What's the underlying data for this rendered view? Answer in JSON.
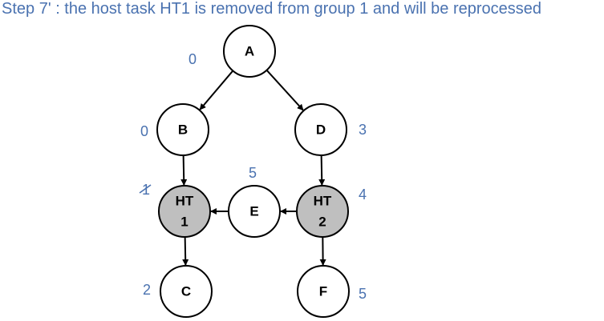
{
  "title": "Step 7' : the host task HT1 is removed from group 1 and will be reprocessed",
  "colors": {
    "title": "#4a72b0",
    "annotation": "#4a72b0",
    "host_fill": "#bfbfbf",
    "node_fill": "#ffffff",
    "stroke": "#000000"
  },
  "nodes": [
    {
      "id": "A",
      "lines": [
        "A"
      ],
      "host": false
    },
    {
      "id": "B",
      "lines": [
        "B"
      ],
      "host": false
    },
    {
      "id": "D",
      "lines": [
        "D"
      ],
      "host": false
    },
    {
      "id": "HT1",
      "lines": [
        "HT",
        "1"
      ],
      "host": true
    },
    {
      "id": "E",
      "lines": [
        "E"
      ],
      "host": false
    },
    {
      "id": "HT2",
      "lines": [
        "HT",
        "2"
      ],
      "host": true
    },
    {
      "id": "C",
      "lines": [
        "C"
      ],
      "host": false
    },
    {
      "id": "F",
      "lines": [
        "F"
      ],
      "host": false
    }
  ],
  "edges": [
    {
      "from": "A",
      "to": "B"
    },
    {
      "from": "A",
      "to": "D"
    },
    {
      "from": "B",
      "to": "HT1"
    },
    {
      "from": "D",
      "to": "HT2"
    },
    {
      "from": "E",
      "to": "HT1"
    },
    {
      "from": "HT2",
      "to": "E"
    },
    {
      "from": "HT1",
      "to": "C"
    },
    {
      "from": "HT2",
      "to": "F"
    }
  ],
  "annotations": [
    {
      "node": "A",
      "text": "0"
    },
    {
      "node": "B",
      "text": "0"
    },
    {
      "node": "D",
      "text": "3"
    },
    {
      "node": "HT1",
      "text": "1",
      "struck": true
    },
    {
      "node": "E",
      "text": "5"
    },
    {
      "node": "HT2",
      "text": "4"
    },
    {
      "node": "C",
      "text": "2"
    },
    {
      "node": "F",
      "text": "5"
    }
  ]
}
